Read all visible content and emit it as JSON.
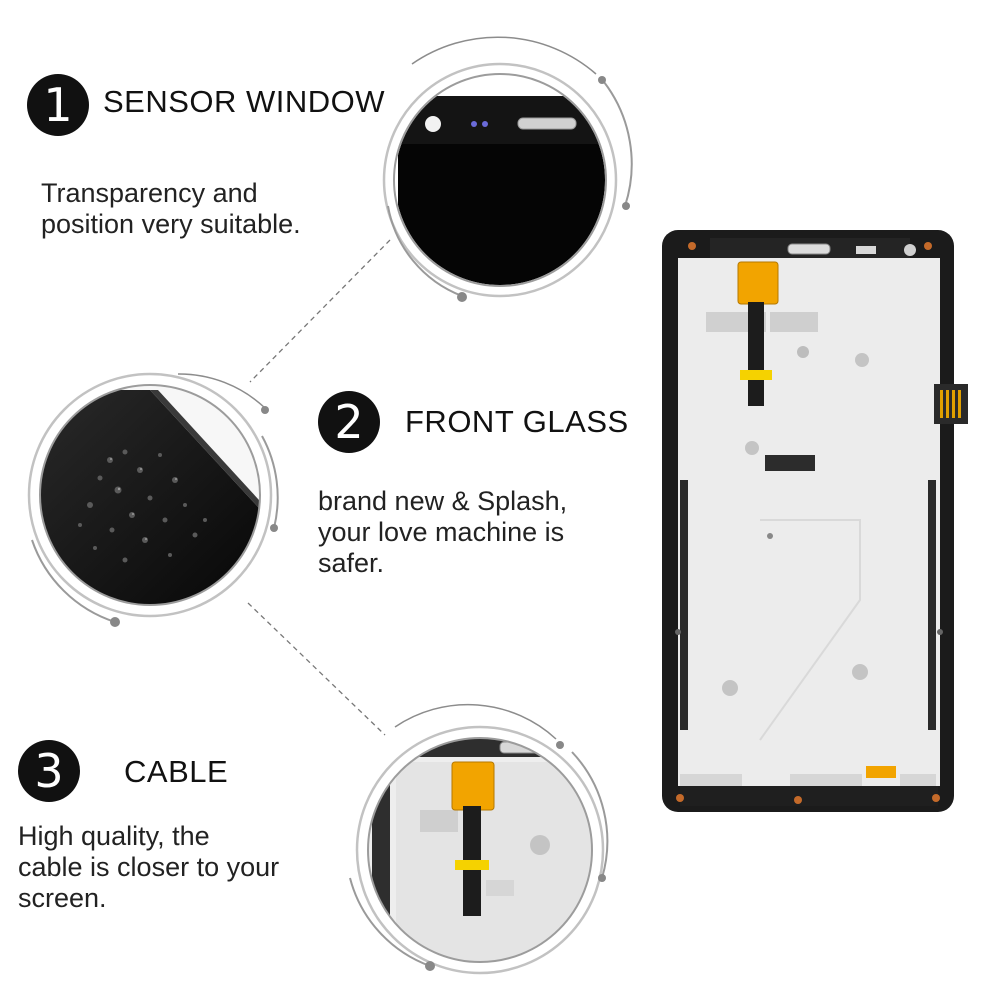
{
  "features": [
    {
      "number": "1",
      "title": "SENSOR WINDOW",
      "description": "Transparency and\nposition very suitable."
    },
    {
      "number": "2",
      "title": "FRONT GLASS",
      "description": "brand  new & Splash,\nyour love machine is\nsafer."
    },
    {
      "number": "3",
      "title": "CABLE",
      "description": "High quality, the\ncable is closer to your\nscreen."
    }
  ],
  "colors": {
    "accent": "#111111",
    "ring": "#a6a6a6",
    "flex_cable": "#f2a400"
  }
}
